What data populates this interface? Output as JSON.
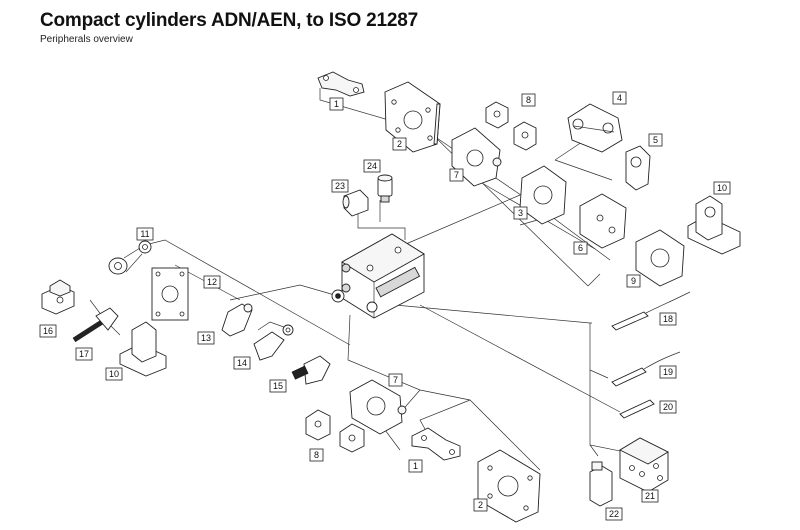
{
  "header": {
    "title": "Compact cylinders ADN/AEN, to ISO 21287",
    "subtitle": "Peripherals overview"
  },
  "labels": {
    "l1_top": "1",
    "l2_top": "2",
    "l8_top": "8",
    "l4": "4",
    "l5": "5",
    "l7_top": "7",
    "l24": "24",
    "l23": "23",
    "l3": "3",
    "l10_right": "10",
    "l6": "6",
    "l9": "9",
    "l11": "11",
    "l12": "12",
    "l13": "13",
    "l14": "14",
    "l15": "15",
    "l16": "16",
    "l17": "17",
    "l10_left": "10",
    "l7_bottom": "7",
    "l8_bottom": "8",
    "l1_bottom": "1",
    "l2_bottom": "2",
    "l18": "18",
    "l19": "19",
    "l20": "20",
    "l21": "21",
    "l22": "22"
  }
}
